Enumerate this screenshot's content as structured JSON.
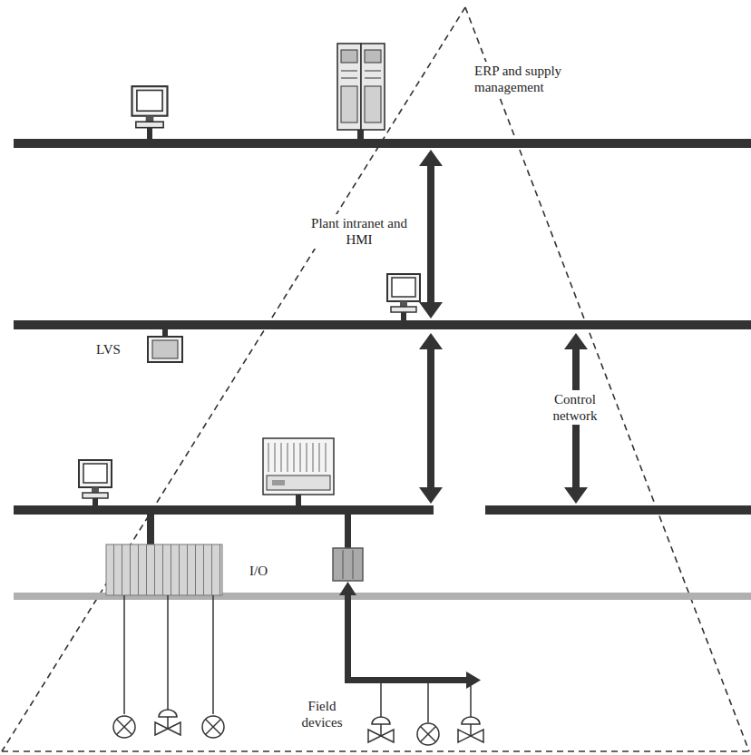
{
  "diagram": {
    "labels": [
      "ERP and supply management",
      "Plant intranet and HMI",
      "LVS",
      "Control network",
      "I/O",
      "Field devices"
    ]
  }
}
